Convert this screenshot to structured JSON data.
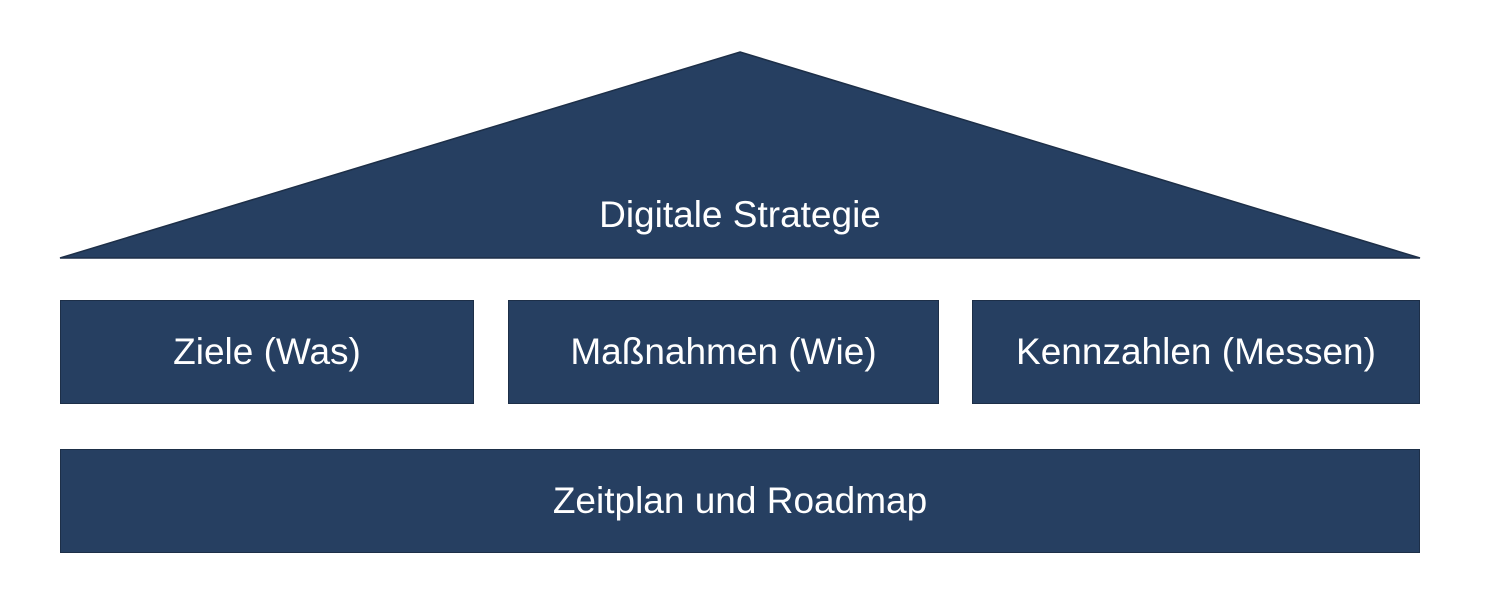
{
  "roof": {
    "label": "Digitale Strategie"
  },
  "pillars": [
    {
      "label": "Ziele (Was)"
    },
    {
      "label": "Maßnahmen (Wie)"
    },
    {
      "label": "Kennzahlen (Messen)"
    }
  ],
  "foundation": {
    "label": "Zeitplan und Roadmap"
  },
  "colors": {
    "fill": "#263f61",
    "text": "#ffffff",
    "background": "#ffffff"
  }
}
